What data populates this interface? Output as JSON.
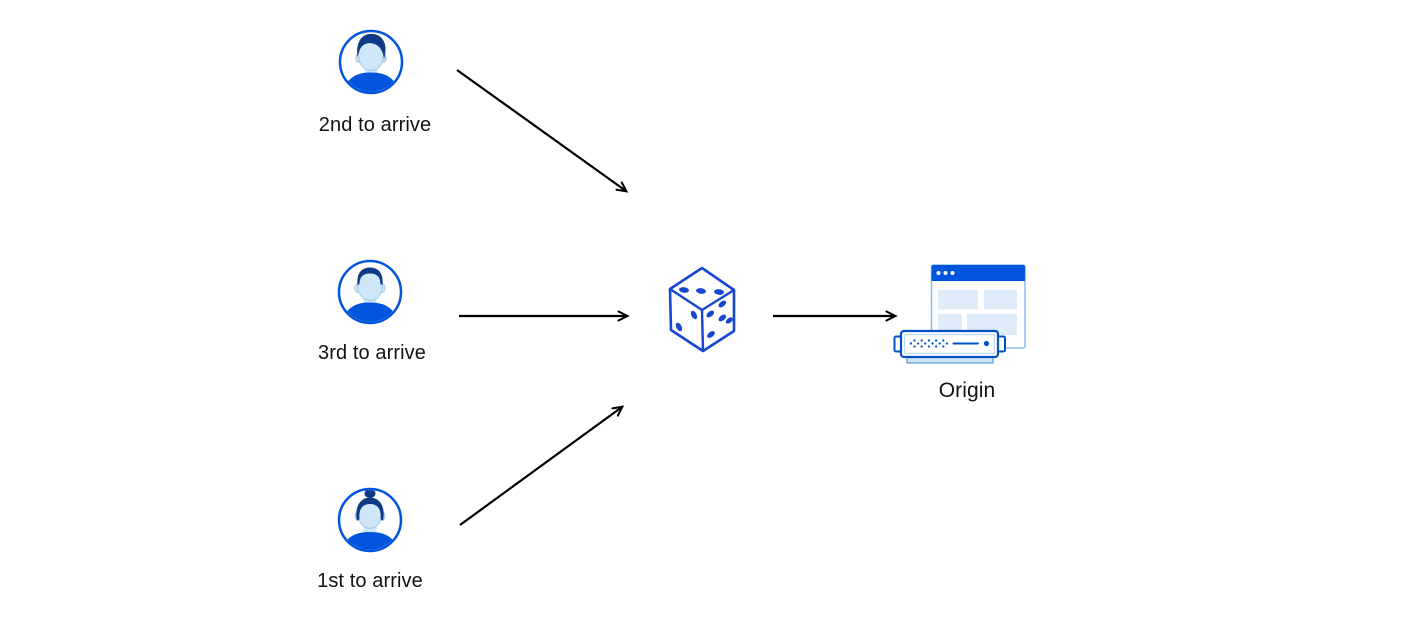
{
  "diagram": {
    "description": "Three visitors arriving in different order are routed through a random selection (dice) to a single origin server",
    "nodes": {
      "user_second": {
        "label": "2nd to arrive",
        "icon": "user-avatar-man-swept-hair"
      },
      "user_third": {
        "label": "3rd to arrive",
        "icon": "user-avatar-man-short-hair"
      },
      "user_first": {
        "label": "1st to arrive",
        "icon": "user-avatar-woman-bun"
      },
      "randomizer": {
        "icon": "dice"
      },
      "origin": {
        "label": "Origin",
        "icon": "origin-server-with-browser-window"
      }
    },
    "edges": [
      {
        "from": "user_second",
        "to": "randomizer"
      },
      {
        "from": "user_third",
        "to": "randomizer"
      },
      {
        "from": "user_first",
        "to": "randomizer"
      },
      {
        "from": "randomizer",
        "to": "origin"
      }
    ],
    "colors": {
      "brand_blue": "#0055dc",
      "navy": "#0e3a86",
      "light_blue": "#cfe7f8",
      "dice_blue": "#1747d0",
      "server_blue": "#0051c3",
      "panel_blue": "#ddecf8",
      "window_border": "#93bfec",
      "arrow_black": "#000000",
      "text_color": "#131313",
      "canvas_bg": "#ffffff"
    }
  }
}
